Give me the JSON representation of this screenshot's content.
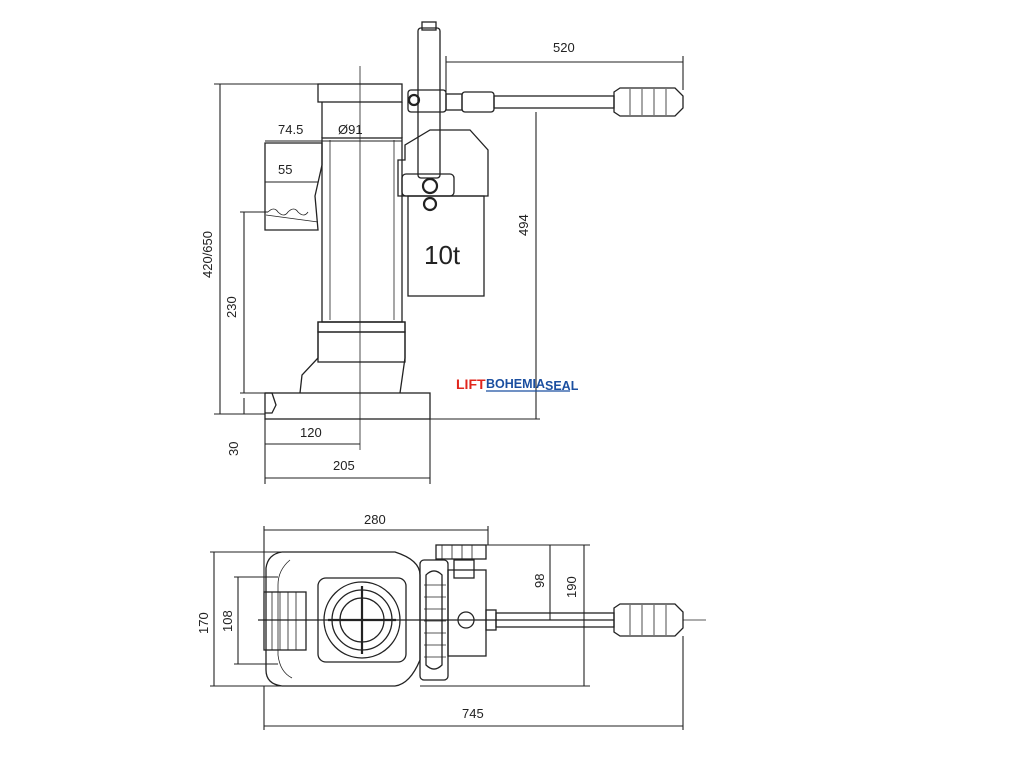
{
  "dimensions": {
    "handle_reach": "520",
    "body_height": "494",
    "lift_range": "420/650",
    "toe_offset": "74.5",
    "ram_diameter": "Ø91",
    "toe_width": "55",
    "toe_height": "230",
    "base_thickness": "30",
    "toe_center": "120",
    "base_length": "205",
    "top_length": "280",
    "pump_offset": "98",
    "handle_side": "190",
    "base_width": "170",
    "base_inner_width": "108",
    "overall_length": "745"
  },
  "capacity_label": "10t",
  "brand": {
    "part1": "LIFT",
    "part2": "BOHEMIA",
    "part3": "SEAL",
    "colors": {
      "lift": "#e1261c",
      "rest": "#1b4fa0"
    }
  }
}
